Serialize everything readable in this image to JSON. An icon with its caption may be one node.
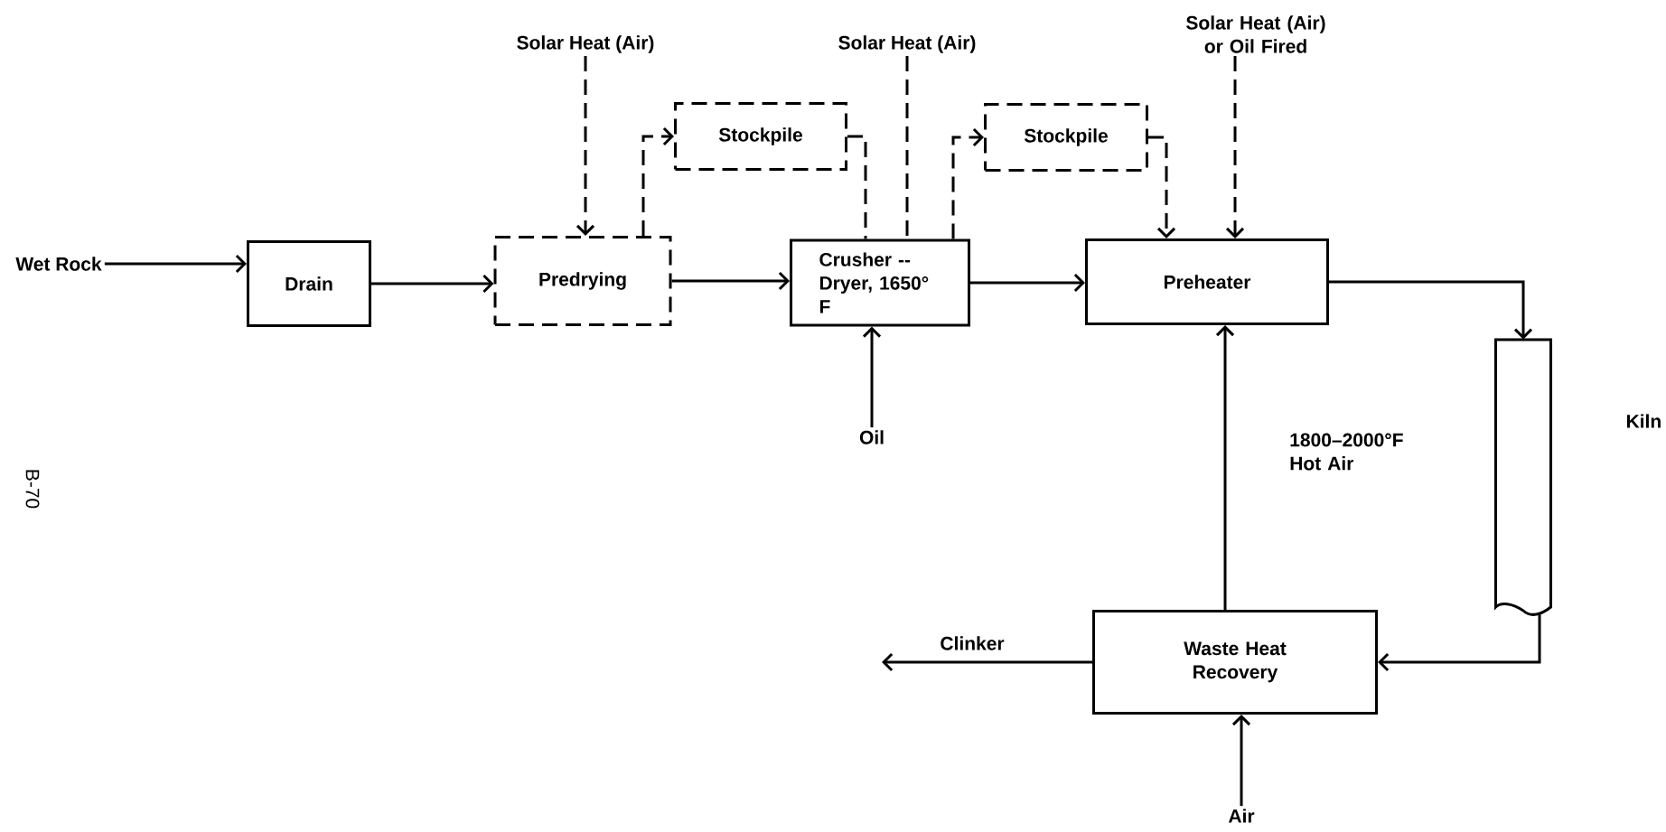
{
  "diagram": {
    "nodes": [
      {
        "text": [
          "Wet Rock"
        ]
      },
      {
        "text": [
          "Drain"
        ]
      },
      {
        "text": [
          "Predrying"
        ]
      },
      {
        "text": [
          "Stockpile"
        ]
      },
      {
        "text": [
          "Crusher -- Dryer, 1650° F"
        ]
      },
      {
        "text": [
          "Stockpile"
        ]
      },
      {
        "text": [
          "Preheater"
        ]
      },
      {
        "text": [
          "Solar Heat (Air)"
        ]
      },
      {
        "text": [
          "Solar Heat (Air)"
        ]
      },
      {
        "text": [
          "Solar Heat (Air) or Oil Fired"
        ]
      },
      {
        "text": [
          "Oil"
        ]
      },
      {
        "text": [
          "Kiln"
        ]
      },
      {
        "text": [
          "Waste Heat Recovery"
        ]
      },
      {
        "text": [
          "Air"
        ]
      }
    ],
    "edges": [
      {
        "from": 0,
        "to": 1,
        "arrow": "to"
      },
      {
        "from": 1,
        "to": 2,
        "arrow": "to"
      },
      {
        "from": 2,
        "to": 4,
        "arrow": "to"
      },
      {
        "from": 4,
        "to": 6,
        "arrow": "to"
      },
      {
        "from": 7,
        "to": 2,
        "arrow": "to",
        "style": "dashed"
      },
      {
        "from": 2,
        "to": 3,
        "arrow": "to",
        "style": "dashed"
      },
      {
        "from": 3,
        "to": 4,
        "arrow": "none",
        "style": "dashed"
      },
      {
        "from": 8,
        "to": 4,
        "arrow": "none",
        "style": "dashed"
      },
      {
        "from": 4,
        "to": 5,
        "arrow": "to",
        "style": "dashed"
      },
      {
        "from": 5,
        "to": 6,
        "arrow": "to",
        "style": "dashed"
      },
      {
        "from": 9,
        "to": 6,
        "arrow": "to",
        "style": "dashed"
      },
      {
        "from": 10,
        "to": 4,
        "arrow": "to"
      },
      {
        "from": 6,
        "to": 11,
        "arrow": "to"
      },
      {
        "from": 11,
        "to": 12,
        "arrow": "to"
      },
      {
        "from": 12,
        "to": 6,
        "arrow": "to",
        "label": "1800–2000°F Hot Air"
      },
      {
        "from": 12,
        "to": null,
        "arrow": "to",
        "label": "Clinker"
      },
      {
        "from": 13,
        "to": 12,
        "arrow": "to"
      }
    ],
    "labels": [
      "B-70"
    ]
  }
}
